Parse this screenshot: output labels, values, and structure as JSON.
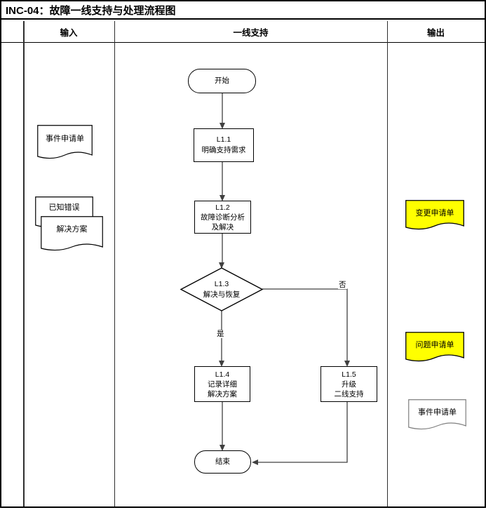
{
  "title": "INC-04：故障一线支持与处理流程图",
  "lanes": {
    "input": "输入",
    "main": "一线支持",
    "output": "输出"
  },
  "flow": {
    "start_label": "开始",
    "end_label": "结束",
    "steps": {
      "l1_1": {
        "id": "L1.1",
        "label": "明确支持需求"
      },
      "l1_2": {
        "id": "L1.2",
        "label": "故障诊断分析\n及解决"
      },
      "l1_3": {
        "id": "L1.3",
        "label": "解决与恢复",
        "yes_label": "是",
        "no_label": "否"
      },
      "l1_4": {
        "id": "L1.4",
        "label": "记录详细\n解决方案"
      },
      "l1_5": {
        "id": "L1.5",
        "label": "升级\n二线支持"
      }
    }
  },
  "inputs": [
    {
      "label": "事件申请单",
      "fill": "#ffffff",
      "stroke": "#000000"
    },
    {
      "label": "已知错误",
      "fill": "#ffffff",
      "stroke": "#000000"
    },
    {
      "label": "解决方案",
      "fill": "#ffffff",
      "stroke": "#000000"
    }
  ],
  "outputs": [
    {
      "label": "变更申请单",
      "fill": "#ffff00",
      "stroke": "#000000"
    },
    {
      "label": "问题申请单",
      "fill": "#ffff00",
      "stroke": "#000000"
    },
    {
      "label": "事件申请单",
      "fill": "#ffffff",
      "stroke": "#7f7f7f"
    }
  ],
  "colors": {
    "highlight_doc": "#ffff00",
    "connector": "#404040",
    "shape_border": "#000000"
  }
}
